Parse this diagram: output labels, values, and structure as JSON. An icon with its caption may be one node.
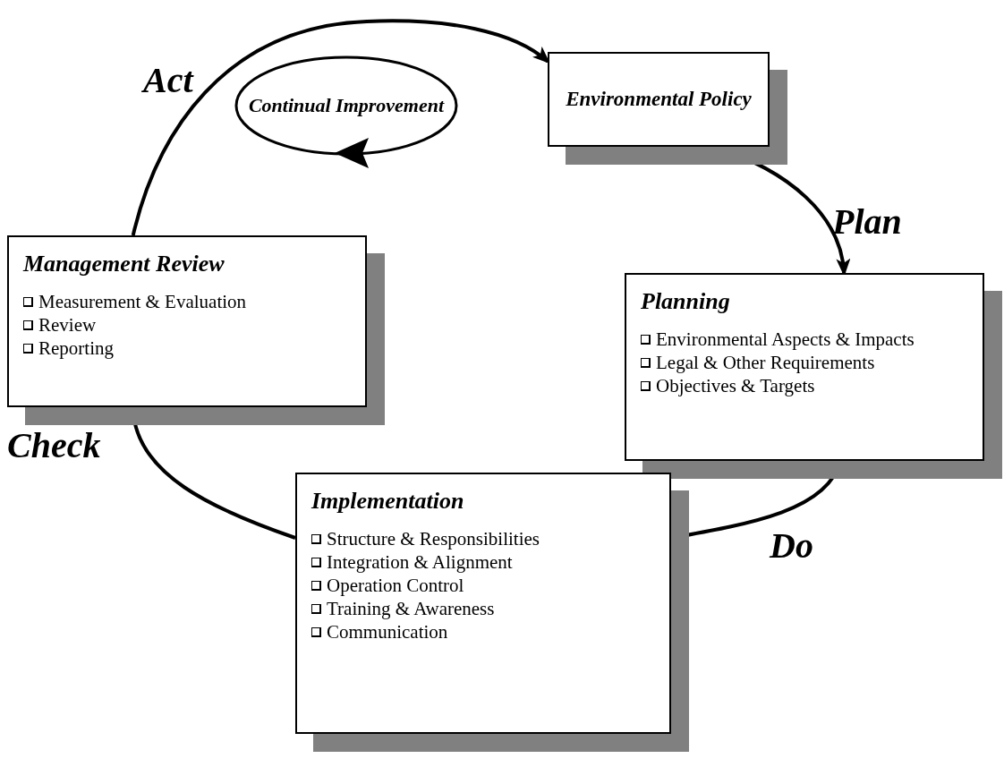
{
  "diagram": {
    "nodes": [
      {
        "text": [
          "Continual Improvement"
        ]
      },
      {
        "text": [
          "Environmental Policy"
        ]
      },
      {
        "text": [
          "Management Review",
          "Measurement & Evaluation",
          "Review",
          "Reporting"
        ]
      },
      {
        "text": [
          "Planning",
          "Environmental Aspects & Impacts",
          "Legal & Other Requirements",
          "Objectives & Targets"
        ]
      },
      {
        "text": [
          "Implementation",
          "Structure & Responsibilities",
          "Integration & Alignment",
          "Operation Control",
          "Training & Awareness",
          "Communication"
        ]
      }
    ],
    "edges": [
      {
        "from": 2,
        "to": 1,
        "arrow": "to",
        "label": "Act"
      },
      {
        "from": 1,
        "to": 3,
        "arrow": "to",
        "label": "Plan"
      },
      {
        "from": 3,
        "to": 4,
        "arrow": "none",
        "label": "Do"
      },
      {
        "from": 4,
        "to": 2,
        "arrow": "to",
        "label": "Check"
      }
    ]
  }
}
